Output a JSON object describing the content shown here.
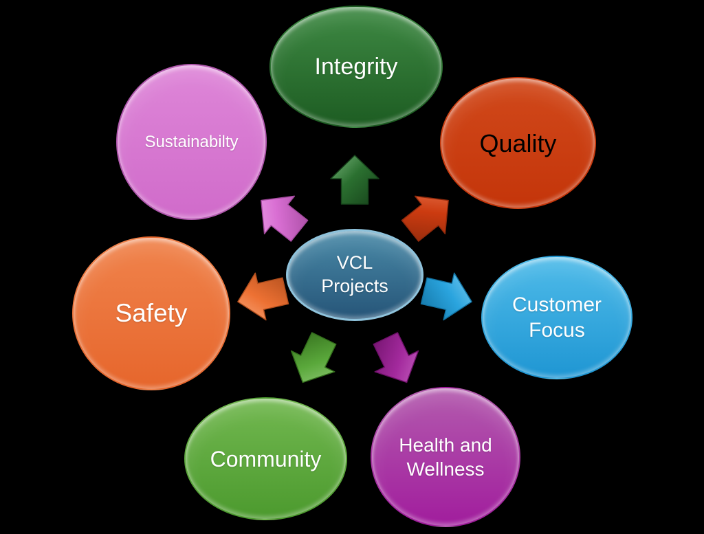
{
  "background_color": "#000000",
  "diagram": {
    "type": "radial-cycle",
    "center_node": {
      "id": "vcl-projects",
      "label_lines": [
        "VCL",
        "Projects"
      ],
      "text_color": "#ffffff",
      "fill_top": "#4a8aa8",
      "fill_bottom": "#265578",
      "border_color": "#8fc3dc"
    },
    "nodes": [
      {
        "id": "integrity",
        "label": "Integrity",
        "text_color": "#ffffff",
        "fill_top": "#3f8a44",
        "fill_bottom": "#1d5c22",
        "border_color": "",
        "angle_deg": -90,
        "arrow": {
          "base": "#2b7030",
          "light": "#79b47c",
          "dark": "#16421a"
        }
      },
      {
        "id": "quality",
        "label": "Quality",
        "text_color": "#000000",
        "fill_top": "#d1491b",
        "fill_bottom": "#c4350a",
        "border_color": "",
        "angle_deg": -38.57,
        "arrow": {
          "base": "#cc3b10",
          "light": "#e8764f",
          "dark": "#8f2a0c"
        }
      },
      {
        "id": "customer-focus",
        "label": "Customer Focus",
        "text_color": "#ffffff",
        "fill_top": "#4fbbe9",
        "fill_bottom": "#1f96d3",
        "border_color": "",
        "angle_deg": 12.86,
        "arrow": {
          "base": "#2aa4de",
          "light": "#7fcdef",
          "dark": "#1272a2"
        }
      },
      {
        "id": "health-wellness",
        "label": "Health and Wellness",
        "text_color": "#ffffff",
        "fill_top": "#b35bae",
        "fill_bottom": "#a11d9d",
        "border_color": "",
        "angle_deg": 64.29,
        "arrow": {
          "base": "#a32a9d",
          "light": "#c968c4",
          "dark": "#6e1169"
        }
      },
      {
        "id": "community",
        "label": "Community",
        "text_color": "#ffffff",
        "fill_top": "#72b850",
        "fill_bottom": "#4c9a2e",
        "border_color": "",
        "angle_deg": 115.71,
        "arrow": {
          "base": "#5aa83b",
          "light": "#97cd7f",
          "dark": "#336d1c"
        }
      },
      {
        "id": "safety",
        "label": "Safety",
        "text_color": "#ffffff",
        "fill_top": "#f0834c",
        "fill_bottom": "#e6662c",
        "border_color": "",
        "angle_deg": 167.14,
        "arrow": {
          "base": "#ed7133",
          "light": "#f7a97f",
          "dark": "#b04e1d"
        }
      },
      {
        "id": "sustainability",
        "label": "Sustainabilty",
        "text_color": "#ffffff",
        "fill_top": "#de86d8",
        "fill_bottom": "#d06bca",
        "border_color": "#b159ae",
        "angle_deg": 218.57,
        "arrow": {
          "base": "#d96fd3",
          "light": "#eda7e9",
          "dark": "#a44a9f"
        }
      }
    ]
  }
}
